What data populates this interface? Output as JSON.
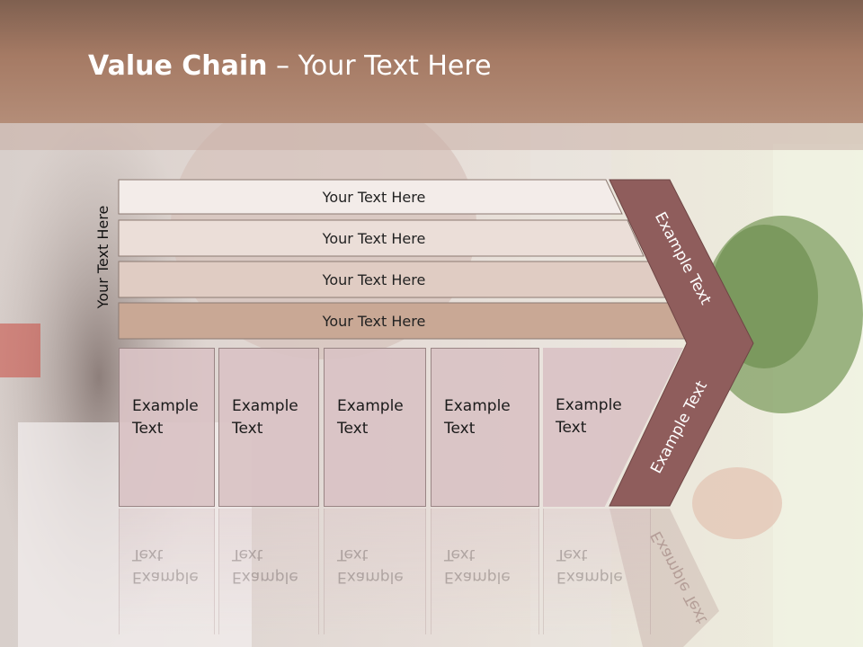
{
  "title": {
    "bold": "Value Chain",
    "rest": " – Your Text Here"
  },
  "side_label": "Your Text Here",
  "rows": [
    {
      "label": "Your Text Here",
      "fill": "#f3ece9"
    },
    {
      "label": "Your Text Here",
      "fill": "#ebded8"
    },
    {
      "label": "Your Text Here",
      "fill": "#e0ccc3"
    },
    {
      "label": "Your Text Here",
      "fill": "#c9a895"
    }
  ],
  "boxes": [
    {
      "line1": "Example",
      "line2": "Text"
    },
    {
      "line1": "Example",
      "line2": "Text"
    },
    {
      "line1": "Example",
      "line2": "Text"
    },
    {
      "line1": "Example",
      "line2": "Text"
    },
    {
      "line1": "Example",
      "line2": "Text"
    }
  ],
  "arrow": {
    "upper_label": "Example Text",
    "lower_label": "Example Text",
    "fill": "#8f5d5c"
  },
  "colors": {
    "header": "#a57a64",
    "box_fill": "#d9c2c4",
    "title_text": "#ffffff"
  }
}
